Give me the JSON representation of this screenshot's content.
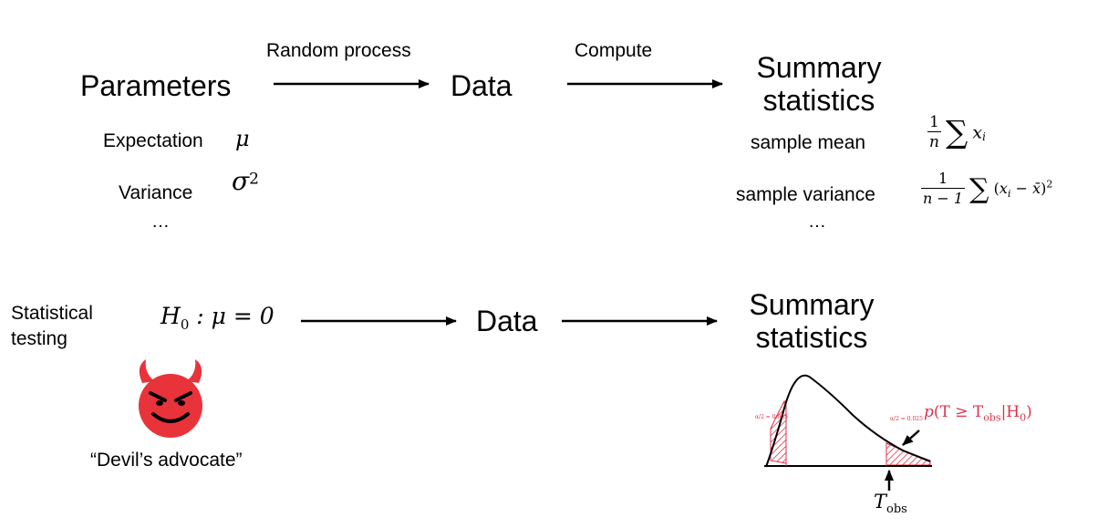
{
  "top": {
    "parameters": "Parameters",
    "arrow1_label": "Random process",
    "data": "Data",
    "arrow2_label": "Compute",
    "summary": "Summary statistics",
    "expectation_label": "Expectation",
    "expectation_symbol": "μ",
    "variance_label": "Variance",
    "variance_symbol": "σ",
    "variance_exp": "2",
    "params_ellipsis": "…",
    "sample_mean_label": "sample mean",
    "sample_variance_label": "sample variance",
    "stats_ellipsis": "…",
    "mean_formula": {
      "num": "1",
      "den": "n",
      "sum": "∑",
      "term": "x",
      "sub": "i"
    },
    "var_formula": {
      "num": "1",
      "den": "n − 1",
      "sum": "∑",
      "term_open": "(",
      "x": "x",
      "sub": "i",
      "minus": " − ",
      "xbar": "x̄",
      "term_close": ")",
      "exp": "2"
    }
  },
  "bottom": {
    "statistical_testing": "Statistical testing",
    "hypothesis": {
      "h": "H",
      "sub": "0",
      "rest": " : μ = 0"
    },
    "data": "Data",
    "summary": "Summary statistics",
    "devil_caption": "“Devil’s advocate”",
    "pvalue": {
      "p": "p",
      "open": "(T ≥ T",
      "obs": "obs",
      "mid": "|H",
      "zero": "0",
      "close": ")"
    },
    "tobs": {
      "t": "T",
      "sub": "obs"
    },
    "tail_label_left": "α/2 = 0.025",
    "tail_label_right": "α/2 = 0.025"
  },
  "colors": {
    "ink": "#000000",
    "devil": "#e8333a",
    "annot": "#e0314a"
  }
}
